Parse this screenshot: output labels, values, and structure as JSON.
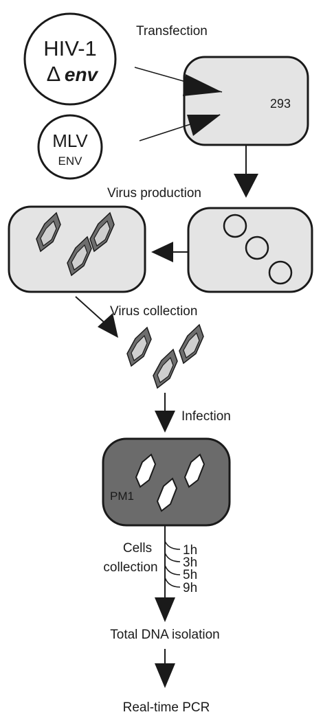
{
  "plasmids": {
    "hiv": {
      "line1": "HIV-1",
      "delta": "Δ",
      "line2": "env"
    },
    "mlv": {
      "line1": "MLV",
      "line2": "ENV"
    }
  },
  "steps": {
    "transfection": "Transfection",
    "virus_production": "Virus production",
    "virus_collection": "Virus collection",
    "infection": "Infection",
    "cells_collection_line1": "Cells",
    "cells_collection_line2": "collection",
    "dna_isolation": "Total DNA isolation",
    "pcr": "Real-time PCR"
  },
  "cells": {
    "producer": "293",
    "target": "PM1"
  },
  "timepoints": [
    "1h",
    "3h",
    "5h",
    "9h"
  ],
  "colors": {
    "cell_light": "#e4e4e4",
    "cell_dark": "#6b6b6b",
    "stroke": "#1a1a1a",
    "virion_outer": "#6e6e6e",
    "virion_inner": "#cfcfcf"
  }
}
